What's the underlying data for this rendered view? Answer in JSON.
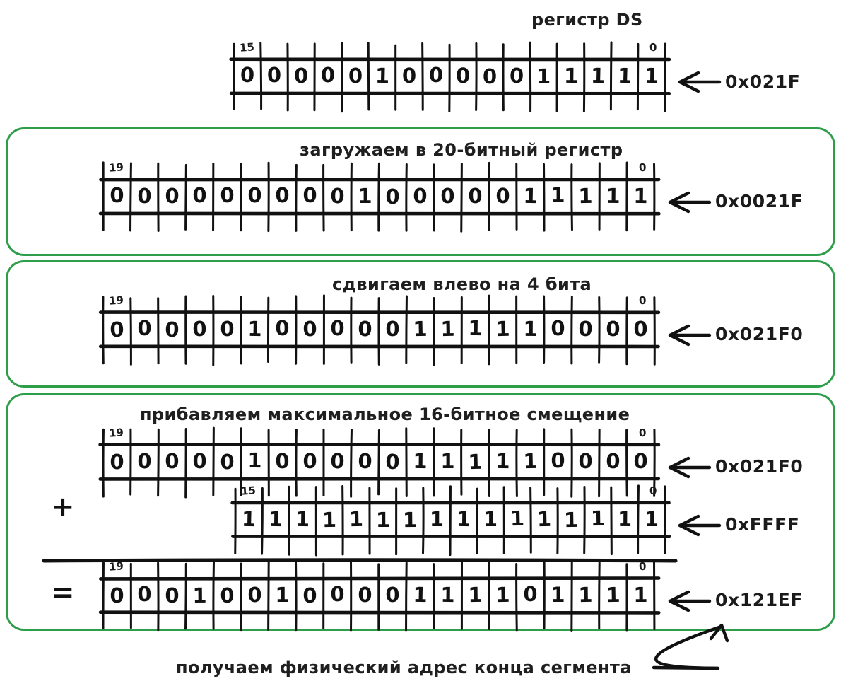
{
  "colors": {
    "green_box": "#2e9e4a",
    "ink": "#1a1a1a",
    "background": "#ffffff"
  },
  "title": "регистр DS",
  "bottom_caption": "получаем физический адрес конца сегмента",
  "blocks": [
    {
      "id": "ds-register",
      "boxed": false,
      "heading": "регистр DS",
      "rows": [
        {
          "id": "row-ds",
          "width_bits": 16,
          "msb_label": "15",
          "lsb_label": "0",
          "bits": "0000010000011111",
          "hex": "0x021F",
          "arrow": "left-arrow"
        }
      ]
    },
    {
      "id": "load-20bit",
      "boxed": true,
      "heading": "загружаем в 20-битный регистр",
      "rows": [
        {
          "id": "row-load",
          "width_bits": 20,
          "msb_label": "19",
          "lsb_label": "0",
          "bits": "00000000010000011111",
          "hex": "0x0021F",
          "arrow": "left-arrow"
        }
      ]
    },
    {
      "id": "shift-left-4",
      "boxed": true,
      "heading": "сдвигаем влево на 4 бита",
      "rows": [
        {
          "id": "row-shift",
          "width_bits": 20,
          "msb_label": "19",
          "lsb_label": "0",
          "bits": "00000100000111110000",
          "hex": "0x021F0",
          "arrow": "left-arrow"
        }
      ]
    },
    {
      "id": "add-max-offset",
      "boxed": true,
      "heading": "прибавляем максимальное 16-битное смещение",
      "rows": [
        {
          "id": "row-addend-1",
          "width_bits": 20,
          "msb_label": "19",
          "lsb_label": "0",
          "bits": "00000100000111110000",
          "hex": "0x021F0",
          "arrow": "left-arrow",
          "operator": ""
        },
        {
          "id": "row-addend-2",
          "width_bits": 16,
          "msb_label": "15",
          "lsb_label": "0",
          "bits": "1111111111111111",
          "hex": "0xFFFF",
          "arrow": "left-arrow",
          "operator": "+"
        },
        {
          "id": "row-sum",
          "width_bits": 20,
          "msb_label": "19",
          "lsb_label": "0",
          "bits": "00010010000111101111",
          "hex": "0x121EF",
          "arrow": "left-arrow",
          "operator": "="
        }
      ]
    }
  ]
}
